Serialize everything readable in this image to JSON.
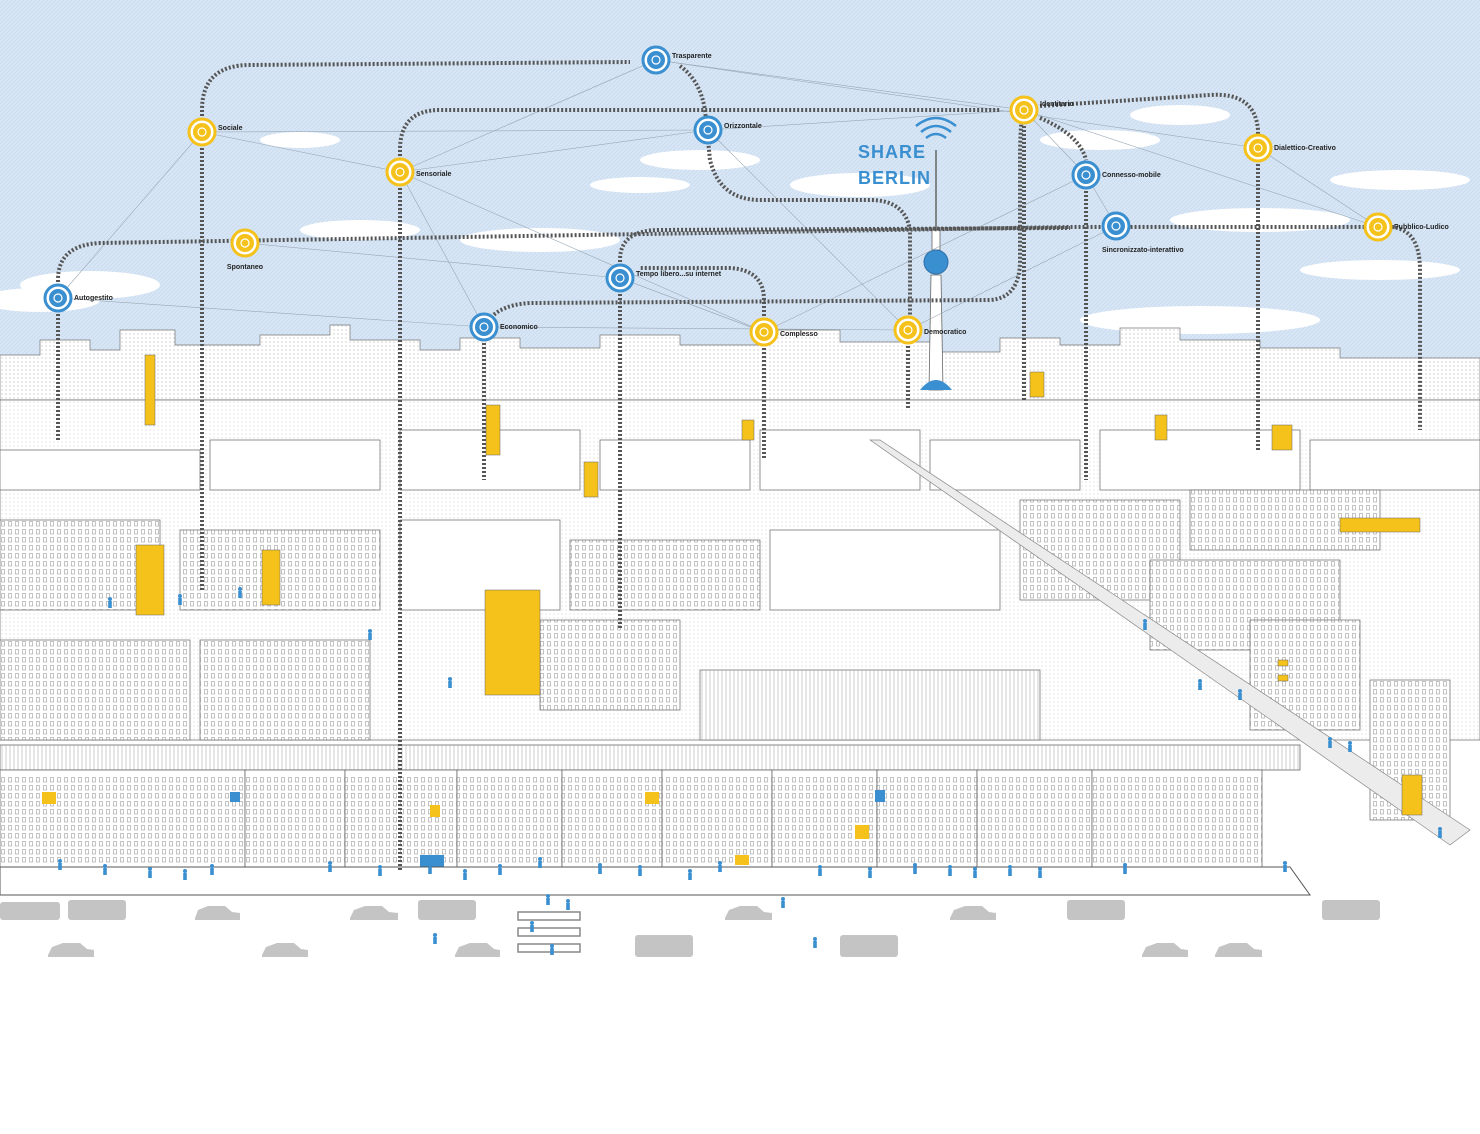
{
  "title": {
    "line1": "SHARE",
    "line2": "BERLIN"
  },
  "colors": {
    "sky": "#d7e5f4",
    "blue": "#3a8fd0",
    "yellow": "#f5c21b",
    "track": "#555555",
    "building": "#ffffff",
    "outline": "#666666",
    "road": "#bdbdbd"
  },
  "nodes": [
    {
      "id": "trasparente",
      "label": "Trasparente",
      "color": "blue",
      "icon": "circle-ring-icon"
    },
    {
      "id": "sociale",
      "label": "Sociale",
      "color": "yellow",
      "icon": "peace-icon"
    },
    {
      "id": "orizzontale",
      "label": "Orizzontale",
      "color": "blue",
      "icon": "leaf-icon"
    },
    {
      "id": "identitario",
      "label": "Identitario",
      "color": "yellow",
      "icon": "fingerprint-icon"
    },
    {
      "id": "sensoriale",
      "label": "Sensoriale",
      "color": "yellow",
      "icon": "heart-icon"
    },
    {
      "id": "dialettico",
      "label": "Dialettico-Creativo",
      "color": "yellow",
      "icon": "exclamation-icon"
    },
    {
      "id": "connesso",
      "label": "Connesso-mobile",
      "color": "blue",
      "icon": "swirl-icon"
    },
    {
      "id": "spontaneo",
      "label": "Spontaneo",
      "color": "yellow",
      "icon": "blank-icon"
    },
    {
      "id": "sincronizzato",
      "label": "Sincronizzato-interattivo",
      "color": "blue",
      "icon": "sync-icon"
    },
    {
      "id": "pubblico",
      "label": "Pubblico-Ludico",
      "color": "yellow",
      "icon": "smile-icon"
    },
    {
      "id": "tempolibero",
      "label": "Tempo libero...su internet",
      "color": "blue",
      "icon": "globe-icon"
    },
    {
      "id": "autogestito",
      "label": "Autogestito",
      "color": "blue",
      "icon": "gear-icon"
    },
    {
      "id": "economico",
      "label": "Economico",
      "color": "blue",
      "icon": "cross-icon"
    },
    {
      "id": "complesso",
      "label": "Complesso",
      "color": "yellow",
      "icon": "e-icon"
    },
    {
      "id": "democratico",
      "label": "Democratico",
      "color": "yellow",
      "icon": "hand-icon"
    }
  ]
}
